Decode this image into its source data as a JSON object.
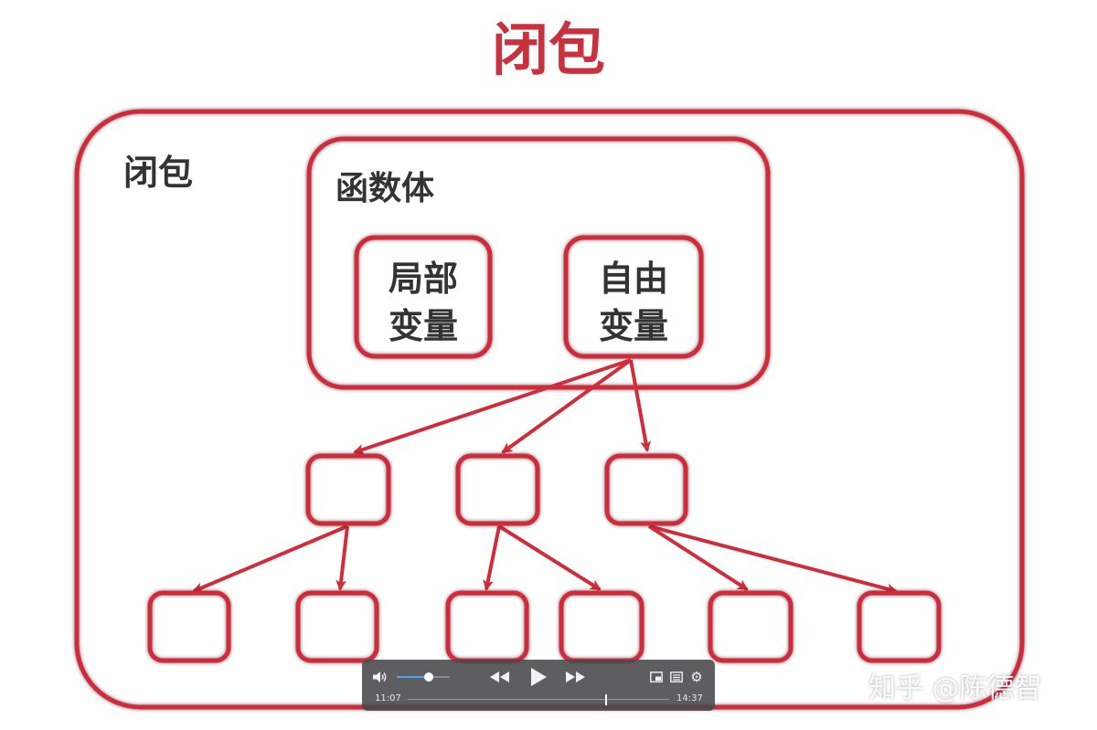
{
  "slide": {
    "title": "闭包",
    "closure_label": "闭包",
    "function_body_label": "函数体",
    "local_var": [
      "局部",
      "变量"
    ],
    "free_var": [
      "自由",
      "变量"
    ]
  },
  "colors": {
    "accent_red": "#c9323c",
    "box_red": "#d02c3a",
    "text_dark": "#333333"
  },
  "player": {
    "current_time": "11:07",
    "total_time": "14:37",
    "progress": 0.757,
    "volume": 0.6,
    "icons": [
      "speaker-icon",
      "rewind-icon",
      "play-icon",
      "fast-forward-icon",
      "picture-in-picture-icon",
      "chapters-icon",
      "gear-icon"
    ]
  },
  "watermark": "知乎 @陈德智"
}
